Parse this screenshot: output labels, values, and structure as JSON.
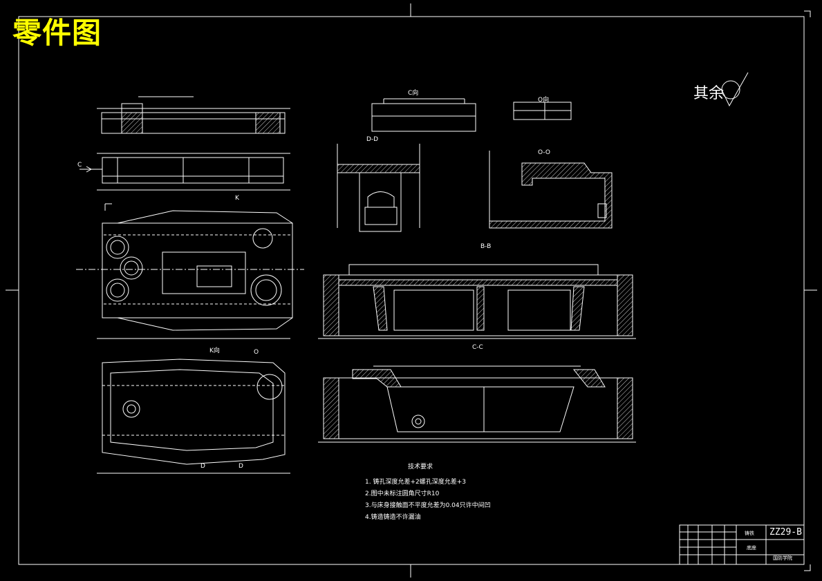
{
  "drawing": {
    "title": "零件图",
    "surface_finish_note": "其余",
    "views": {
      "c_view": "C向",
      "o_view": "O向",
      "d_section": "D-D",
      "o_section": "O-O",
      "b_section": "B-B",
      "c_section": "C-C",
      "k_view": "K向",
      "arrow_c": "C",
      "arrow_k": "K",
      "arrow_d_left": "D",
      "arrow_d_right": "D",
      "arrow_o": "O"
    },
    "technical_requirements": {
      "heading": "技术要求",
      "items": [
        "1. 铸孔深度允差+2螺孔深度允差+3",
        "2.图中未标注圆角尺寸R10",
        "3.与床身接触面不平度允差为0.04只许中间凹",
        "4.铸造铸造不许漏油"
      ]
    },
    "title_block": {
      "material": "铸铁",
      "drawing_code": "ZZ29-B",
      "part_name": "底座",
      "organization": "国防学院"
    }
  }
}
